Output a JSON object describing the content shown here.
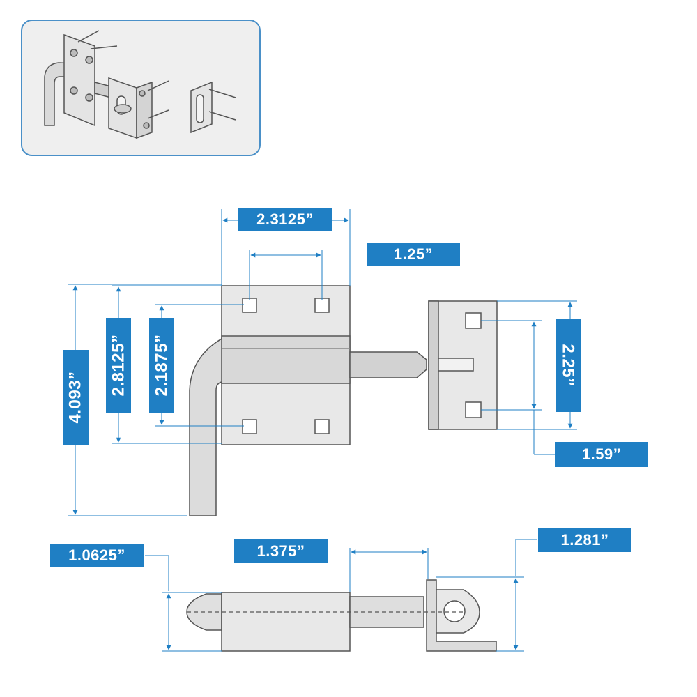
{
  "inset": {
    "caption": ""
  },
  "dimensions": {
    "width_plate": "2.3125”",
    "hole_spacing_h": "1.25”",
    "overall_height": "4.093”",
    "plate_height": "2.8125”",
    "hole_spacing_v": "2.1875”",
    "keeper_height": "2.25”",
    "keeper_hole_spacing": "1.59”",
    "bolt_diameter": "1.0625”",
    "bolt_extension": "1.375”",
    "keeper_depth": "1.281”"
  },
  "colors": {
    "accent": "#1f7fc4",
    "line": "#555555",
    "part_fill": "#e6e6e6",
    "dim_line": "#1f7fc4"
  }
}
